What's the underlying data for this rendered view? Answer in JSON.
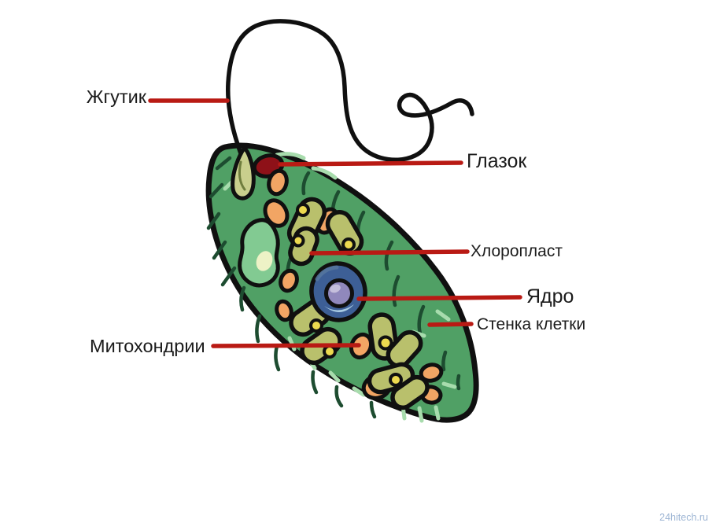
{
  "diagram": {
    "subject": "euglena-cell-diagram",
    "labels": [
      {
        "id": "flagellum",
        "text": "Жгутик"
      },
      {
        "id": "eyespot",
        "text": "Глазок"
      },
      {
        "id": "chloroplast",
        "text": "Хлоропласт"
      },
      {
        "id": "nucleus",
        "text": "Ядро"
      },
      {
        "id": "cell_wall",
        "text": "Стенка клетки"
      },
      {
        "id": "mitochondria",
        "text": "Митохондрии"
      }
    ],
    "watermark": "24hitech.ru"
  },
  "colors": {
    "bg": "#ffffff",
    "text": "#1b1b1b",
    "watermark": "#9db5d4",
    "leader_red": "#b91a14",
    "cell_green": "#50a065",
    "cell_outline": "#101010",
    "stripe_dark": "#1d4c30",
    "stripe_light": "#a8dcad",
    "chloroplast": "#b9c06c",
    "chloroplast_dot": "#ecd94f",
    "mito_orange": "#f2a564",
    "eyespot_red": "#8e1118",
    "nucleus_blue": "#3d5f96",
    "nucleus_rim": "#56779f",
    "nucleolus": "#9088bc",
    "nucleolus_hl": "#c5bfdc",
    "nucleus_crescent": "#a9cbe3",
    "vacuole_green": "#82ca92",
    "vacuole_inner": "#edf2c6",
    "reservoir": "#c9cf8d",
    "reservoir_line": "#6f7d3d"
  }
}
